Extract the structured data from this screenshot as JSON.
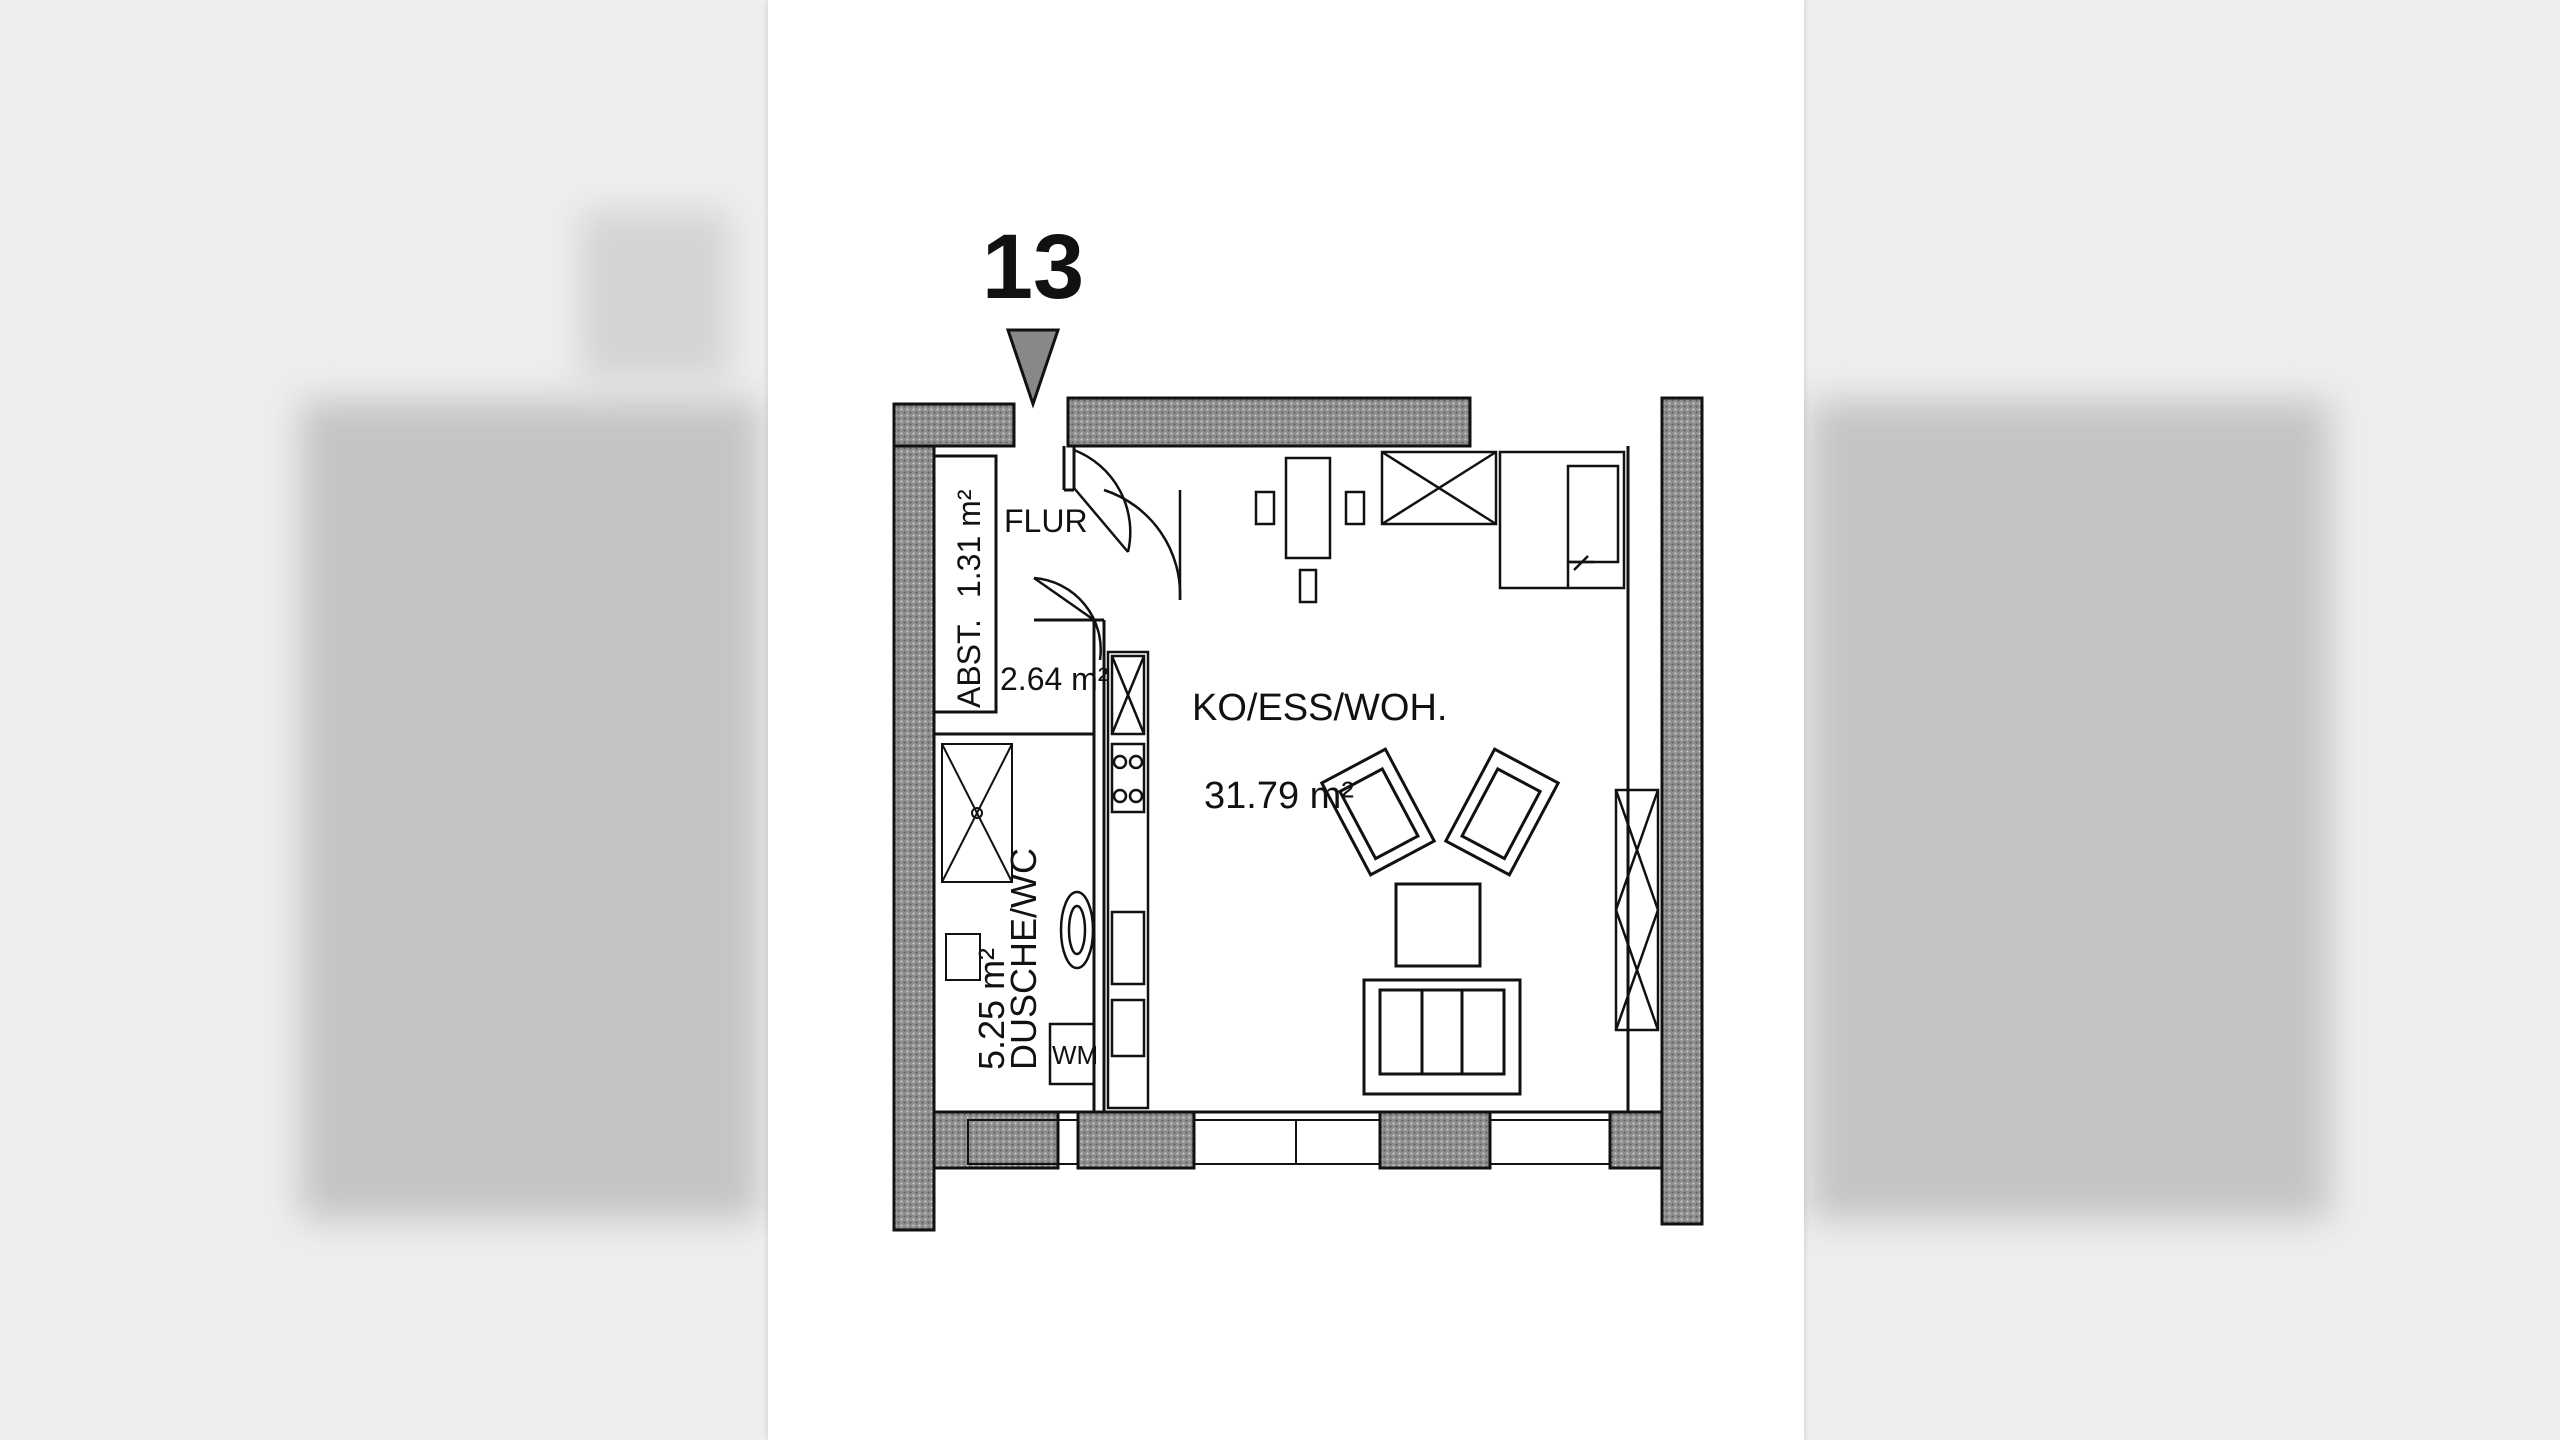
{
  "unit_number": "13",
  "rooms": {
    "abst": {
      "label": "ABST.",
      "area": "1.31 m²"
    },
    "flur": {
      "label": "FLUR",
      "area": "2.64 m²"
    },
    "dusche": {
      "label": "DUSCHE/WC",
      "area": "5.25 m²"
    },
    "wohnen": {
      "label": "KO/ESS/WOH.",
      "area": "31.79 m²"
    }
  },
  "fixtures": {
    "washer": "WM"
  },
  "colors": {
    "wall_fill": "#9a9a9a",
    "line": "#111111",
    "page": "#ffffff"
  }
}
